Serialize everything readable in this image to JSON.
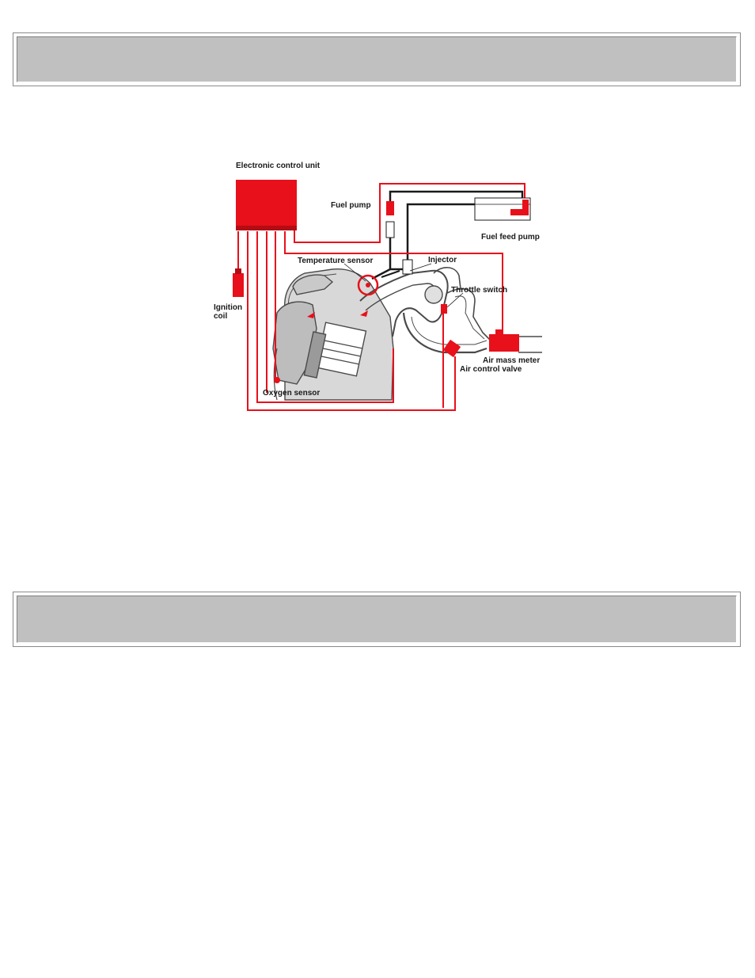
{
  "diagram": {
    "labels": {
      "ecu": "Electronic control unit",
      "fuel_pump": "Fuel pump",
      "fuel_feed_pump": "Fuel feed pump",
      "temperature_sensor": "Temperature sensor",
      "injector": "Injector",
      "throttle_switch": "Throttle switch",
      "ignition_coil_1": "Ignition",
      "ignition_coil_2": "coil",
      "air_mass_meter": "Air mass meter",
      "air_control_valve": "Air control valve",
      "oxygen_sensor": "Oxygen sensor"
    },
    "colors": {
      "wire": "#e8101a",
      "fuel_line": "#1a1a1a",
      "component": "#e8101a",
      "engine_outline": "#4a4a4a"
    }
  }
}
